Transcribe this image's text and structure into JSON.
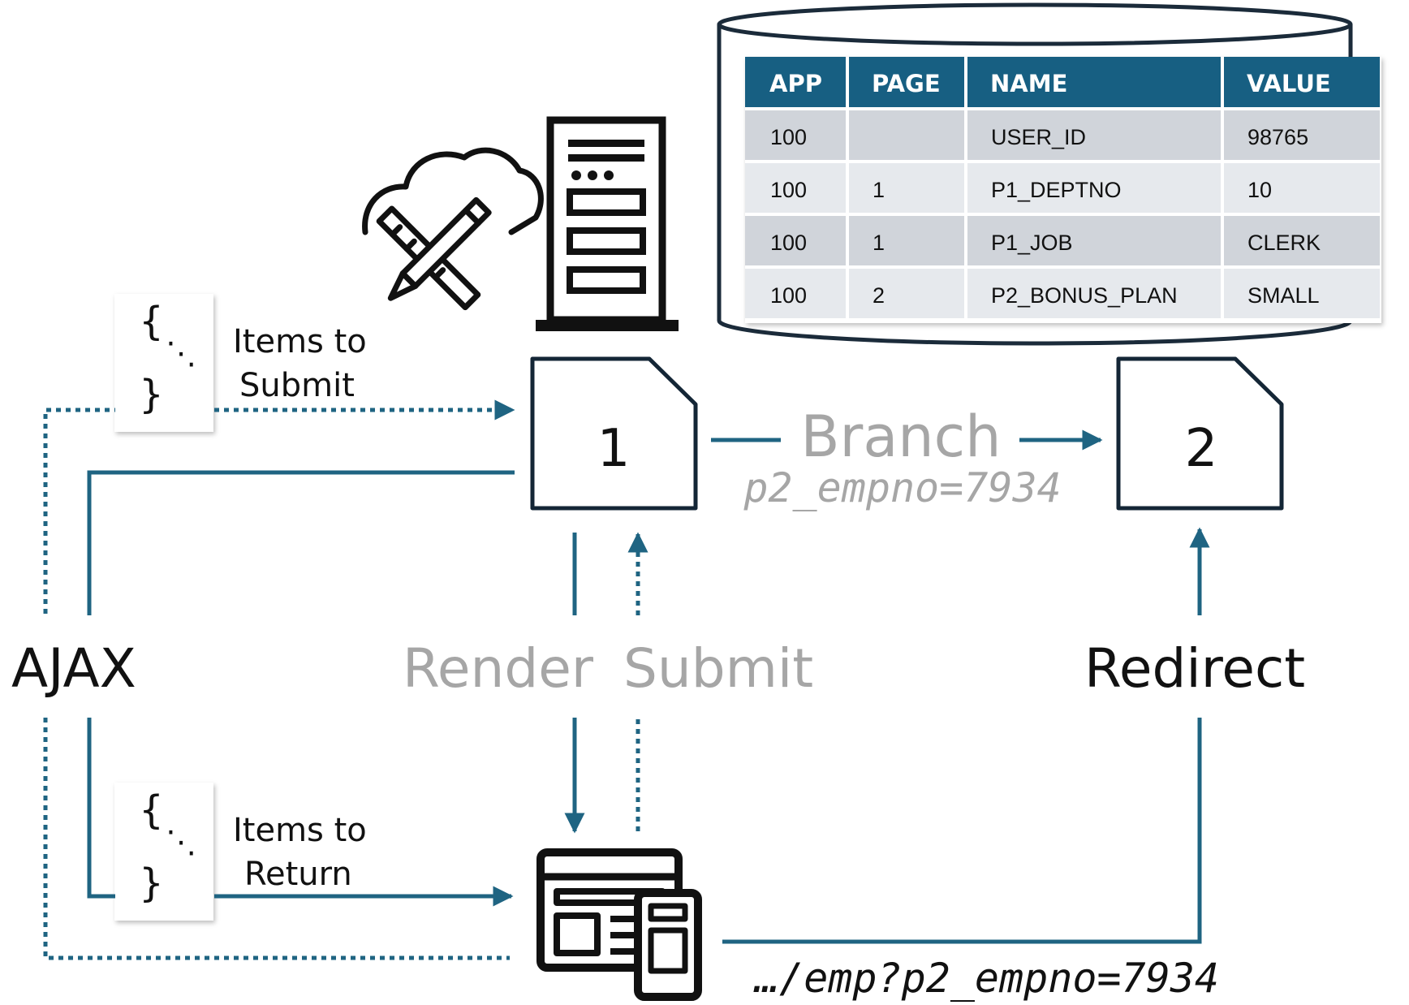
{
  "colors": {
    "flow": "#1f6482",
    "header": "#175f82",
    "row_dark": "#d0d4da",
    "row_light": "#e6e9ed",
    "gray_text": "#a6a6a6",
    "ink": "#111111"
  },
  "session_table": {
    "columns": [
      "APP",
      "PAGE",
      "NAME",
      "VALUE"
    ],
    "rows": [
      [
        "100",
        "",
        "USER_ID",
        "98765"
      ],
      [
        "100",
        "1",
        "P1_DEPTNO",
        "10"
      ],
      [
        "100",
        "1",
        "P1_JOB",
        "CLERK"
      ],
      [
        "100",
        "2",
        "P2_BONUS_PLAN",
        "SMALL"
      ]
    ]
  },
  "pages": {
    "page1": "1",
    "page2": "2"
  },
  "braces": {
    "open": "{",
    "dots": "⋱",
    "close": "}"
  },
  "labels": {
    "items_submit_1": "Items to",
    "items_submit_2": "Submit",
    "items_return_1": "Items to",
    "items_return_2": "Return",
    "branch": "Branch",
    "branch_param": "p2_empno=7934",
    "ajax": "AJAX",
    "render": "Render",
    "submit": "Submit",
    "redirect": "Redirect",
    "url": "…/emp?p2_empno=7934"
  },
  "icons": [
    "cloud-tools-icon",
    "server-icon",
    "browser-device-icon",
    "database-cylinder-icon"
  ]
}
